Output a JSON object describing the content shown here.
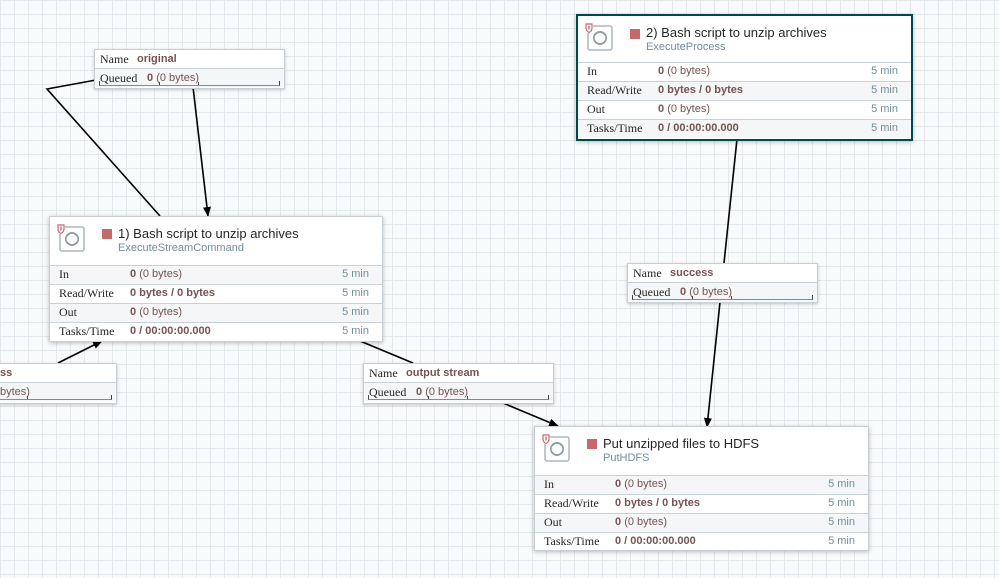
{
  "processors": [
    {
      "title": "2) Bash script to unzip archives",
      "type": "ExecuteProcess",
      "stats": [
        {
          "label": "In",
          "value": "0",
          "extra": "(0 bytes)",
          "duration": "5 min"
        },
        {
          "label": "Read/Write",
          "value": "0 bytes / 0 bytes",
          "extra": "",
          "duration": "5 min"
        },
        {
          "label": "Out",
          "value": "0",
          "extra": "(0 bytes)",
          "duration": "5 min"
        },
        {
          "label": "Tasks/Time",
          "value": "0 / 00:00:00.000",
          "extra": "",
          "duration": "5 min"
        }
      ]
    },
    {
      "title": "1) Bash script to unzip archives",
      "type": "ExecuteStreamCommand",
      "stats": [
        {
          "label": "In",
          "value": "0",
          "extra": "(0 bytes)",
          "duration": "5 min"
        },
        {
          "label": "Read/Write",
          "value": "0 bytes / 0 bytes",
          "extra": "",
          "duration": "5 min"
        },
        {
          "label": "Out",
          "value": "0",
          "extra": "(0 bytes)",
          "duration": "5 min"
        },
        {
          "label": "Tasks/Time",
          "value": "0 / 00:00:00.000",
          "extra": "",
          "duration": "5 min"
        }
      ]
    },
    {
      "title": "Put unzipped files to HDFS",
      "type": "PutHDFS",
      "stats": [
        {
          "label": "In",
          "value": "0",
          "extra": "(0 bytes)",
          "duration": "5 min"
        },
        {
          "label": "Read/Write",
          "value": "0 bytes / 0 bytes",
          "extra": "",
          "duration": "5 min"
        },
        {
          "label": "Out",
          "value": "0",
          "extra": "(0 bytes)",
          "duration": "5 min"
        },
        {
          "label": "Tasks/Time",
          "value": "0 / 00:00:00.000",
          "extra": "",
          "duration": "5 min"
        }
      ]
    }
  ],
  "connections": [
    {
      "name_label": "Name",
      "name": "original",
      "queued_label": "Queued",
      "queued": "0",
      "queued_bytes": "(0 bytes)"
    },
    {
      "name_label": "Name",
      "name": "success",
      "queued_label": "Queued",
      "queued": "0",
      "queued_bytes": "(0 bytes)"
    },
    {
      "name_label": "Name",
      "name": "output stream",
      "queued_label": "Queued",
      "queued": "0",
      "queued_bytes": "(0 bytes)"
    },
    {
      "name_label": "",
      "name": "ss",
      "queued_label": "",
      "queued": "",
      "queued_bytes": "bytes)"
    }
  ],
  "colors": {
    "stopped": "#c7686b",
    "selected_border": "#004849",
    "value_text": "#775351",
    "muted_text": "#728e9b"
  },
  "icons": {
    "processor": "processor-icon",
    "stopped": "stopped-icon"
  }
}
